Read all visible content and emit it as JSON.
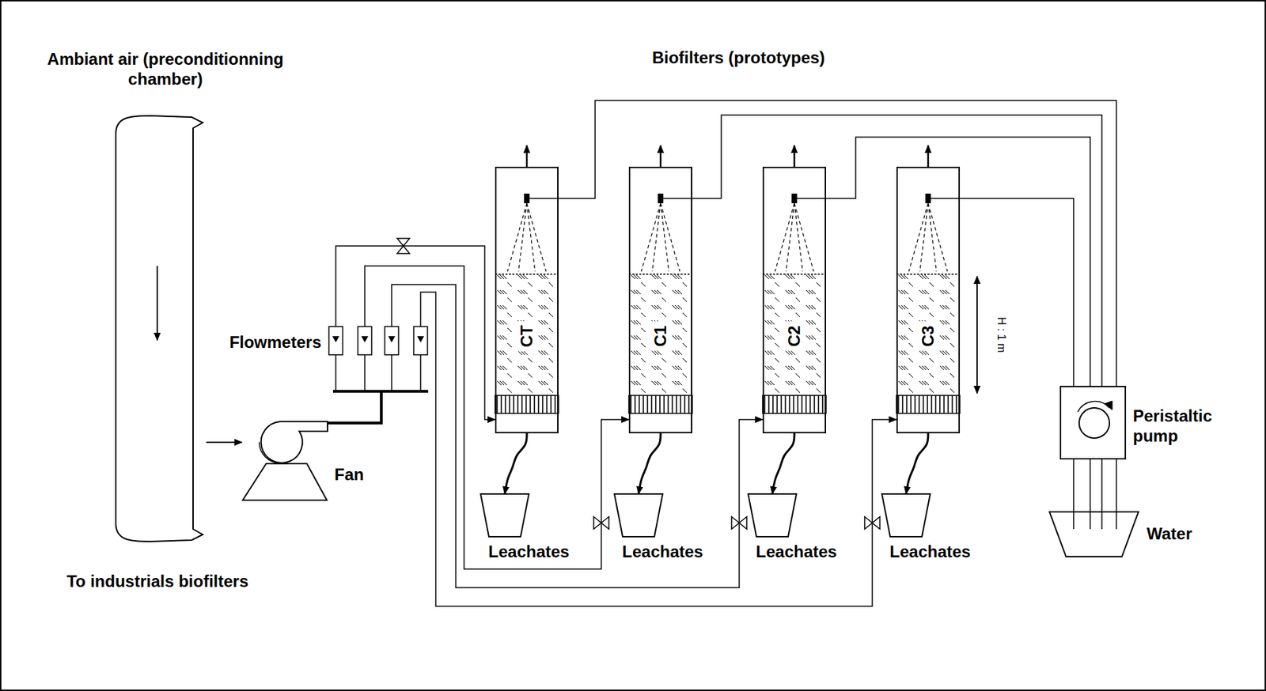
{
  "diagram": {
    "title": "Biofilters (prototypes)",
    "nodes": [
      {
        "text": [
          "Ambiant air (preconditionning chamber)",
          "To industrials biofilters"
        ]
      },
      {
        "text": [
          "Fan"
        ]
      },
      {
        "text": [
          "CT"
        ]
      },
      {
        "text": [
          "C1"
        ]
      },
      {
        "text": [
          "C2"
        ]
      },
      {
        "text": [
          "C3"
        ]
      },
      {
        "text": [
          "Leachates"
        ]
      },
      {
        "text": [
          "Leachates"
        ]
      },
      {
        "text": [
          "Leachates"
        ]
      },
      {
        "text": [
          "Leachates"
        ]
      },
      {
        "text": [
          "Peristaltic pump"
        ]
      },
      {
        "text": [
          "Water"
        ]
      }
    ],
    "edges": [
      {
        "from": 0,
        "to": 1,
        "arrow": "to"
      },
      {
        "from": 1,
        "to": 2,
        "arrow": "to"
      },
      {
        "from": 1,
        "to": 3,
        "arrow": "to"
      },
      {
        "from": 1,
        "to": 4,
        "arrow": "to"
      },
      {
        "from": 1,
        "to": 5,
        "arrow": "to"
      },
      {
        "from": 2,
        "to": 6,
        "arrow": "to"
      },
      {
        "from": 3,
        "to": 7,
        "arrow": "to"
      },
      {
        "from": 4,
        "to": 8,
        "arrow": "to"
      },
      {
        "from": 5,
        "to": 9,
        "arrow": "to"
      },
      {
        "from": 11,
        "to": 10,
        "arrow": "none"
      },
      {
        "from": 10,
        "to": 2,
        "arrow": "none"
      },
      {
        "from": 10,
        "to": 3,
        "arrow": "none"
      },
      {
        "from": 10,
        "to": 4,
        "arrow": "none"
      },
      {
        "from": 10,
        "to": 5,
        "arrow": "none"
      }
    ],
    "labels": [
      "Flowmeters",
      "H : 1 m"
    ]
  }
}
